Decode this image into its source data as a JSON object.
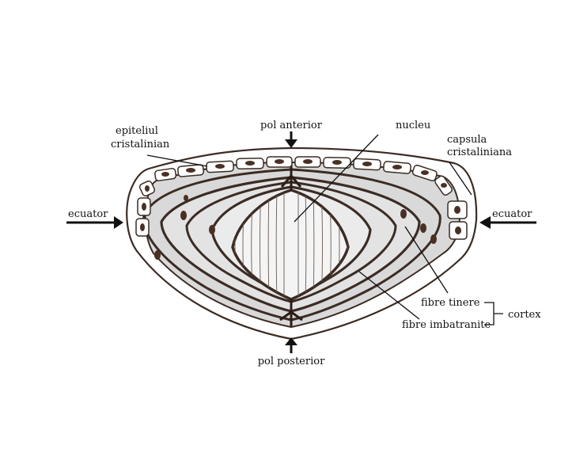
{
  "labels": {
    "pol_anterior": "pol anterior",
    "pol_posterior": "pol posterior",
    "epiteliul_line1": "epiteliul",
    "epiteliul_line2": "cristalinian",
    "nucleu": "nucleu",
    "capsula_line1": "capsula",
    "capsula_line2": "cristaliniana",
    "ecuator_left": "ecuator",
    "ecuator_right": "ecuator",
    "fibre_tinere": "fibre tinere",
    "fibre_imbatranite": "fibre imbatranite",
    "cortex": "cortex"
  },
  "colors": {
    "ink": "#111111",
    "outline": "#3b2c24",
    "shading": "#d9d9d9",
    "nucleus_fill": "#f4f4f4",
    "cell_nucleus": "#4a3024"
  }
}
